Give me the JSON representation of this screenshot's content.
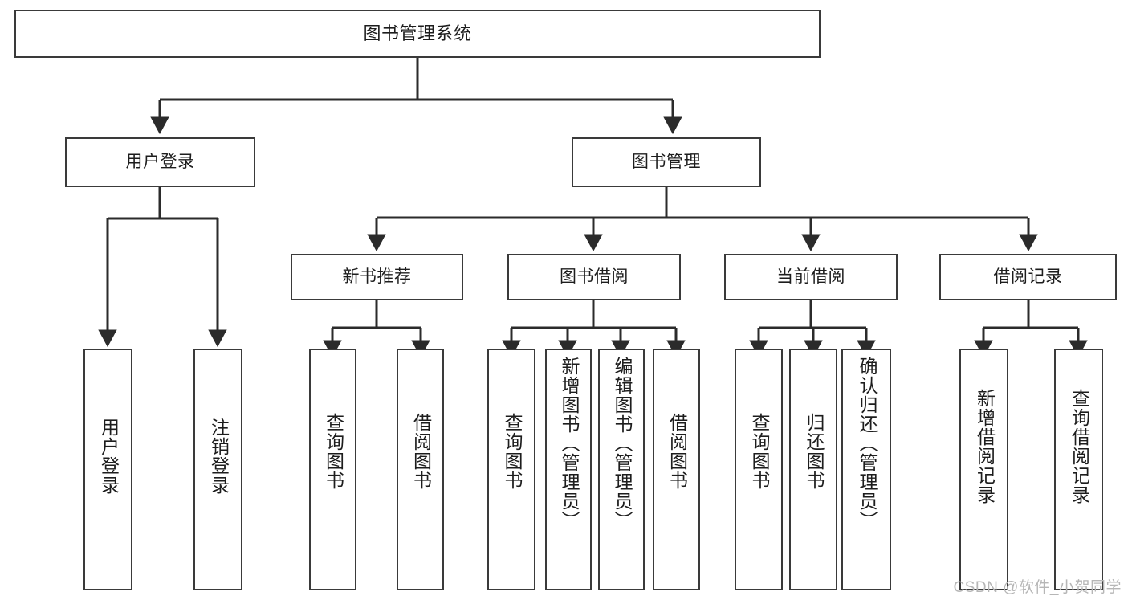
{
  "diagram": {
    "title": "图书管理系统",
    "type": "tree",
    "watermark": "CSDN @软件_小贺同学",
    "colors": {
      "node_border": "#3a3a3a",
      "node_fill": "#ffffff",
      "edge": "#2b2b2b",
      "text": "#1d1d1d",
      "watermark": "#b6b6b6",
      "background": "#ffffff"
    },
    "root": {
      "label": "图书管理系统"
    },
    "level2": [
      {
        "label": "用户登录"
      },
      {
        "label": "图书管理"
      }
    ],
    "level3": [
      {
        "label": "新书推荐"
      },
      {
        "label": "图书借阅"
      },
      {
        "label": "当前借阅"
      },
      {
        "label": "借阅记录"
      }
    ],
    "leaves": {
      "user_login": [
        {
          "label": "用户登录"
        },
        {
          "label": "注销登录"
        }
      ],
      "new_book_recommend": [
        {
          "label": "查询图书"
        },
        {
          "label": "借阅图书"
        }
      ],
      "book_borrow": [
        {
          "label": "查询图书"
        },
        {
          "label": "新增图书（管理员）"
        },
        {
          "label": "编辑图书（管理员）"
        },
        {
          "label": "借阅图书"
        }
      ],
      "current_borrow": [
        {
          "label": "查询图书"
        },
        {
          "label": "归还图书"
        },
        {
          "label": "确认归还（管理员）"
        }
      ],
      "borrow_record": [
        {
          "label": "新增借阅记录"
        },
        {
          "label": "查询借阅记录"
        }
      ]
    }
  }
}
